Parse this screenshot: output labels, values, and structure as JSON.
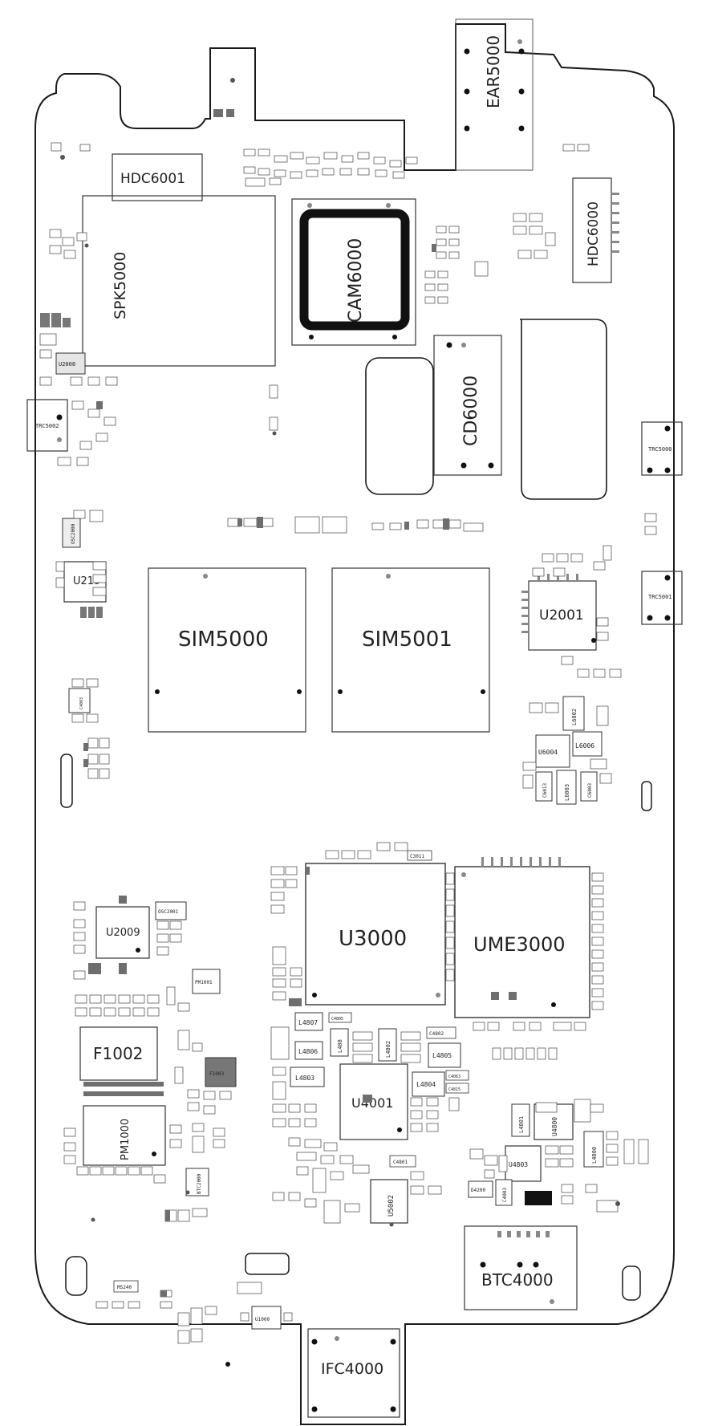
{
  "components": {
    "EAR5000": "EAR5000",
    "HDC6001": "HDC6001",
    "HDC6000": "HDC6000",
    "SPK5000": "SPK5000",
    "CAM6000": "CAM6000",
    "CD6000": "CD6000",
    "U2008": "U2008",
    "TRC5002": "TRC5002",
    "TRC5000": "TRC5000",
    "TRC5001": "TRC5001",
    "U219": "U219",
    "OSC2000": "OSC2000",
    "SIM5000": "SIM5000",
    "SIM5001": "SIM5001",
    "U2001": "U2001",
    "C4003": "C4003",
    "L6002": "L6002",
    "L6006": "L6006",
    "U6004": "U6004",
    "L6003": "L6003",
    "C6013": "C6013",
    "C6003": "C6003",
    "C3011": "C3011",
    "U3000": "U3000",
    "UME3000": "UME3000",
    "U2009": "U2009",
    "OSC2001": "OSC2001",
    "PM1001": "PM1001",
    "F1002": "F1002",
    "F1003": "F1003",
    "PM1000": "PM1000",
    "BTC2000": "BTC2000",
    "L4807": "L4807",
    "L4806": "L4806",
    "L4803": "L4803",
    "L408": "L408",
    "L4802": "L4802",
    "C4805": "C4805",
    "C4802": "C4802",
    "L4805": "L4805",
    "L4804": "L4804",
    "C4063": "C4063",
    "C4815": "C4815",
    "U4001": "U4001",
    "C4801": "C4801",
    "U5002": "U5002",
    "L4801": "L4801",
    "U4800": "U4800",
    "U4803": "U4803",
    "L4800": "L4800",
    "D4200": "D4200",
    "C4003b": "C4003",
    "BTC4000": "BTC4000",
    "IFC4000": "IFC4000",
    "U1000": "U1000",
    "MS240": "MS240"
  },
  "colors": {
    "outline": "#1a1a1a",
    "pad_dark": "#6e6e6e",
    "pad_light": "#cfcfcf",
    "camera_ring": "#111111"
  }
}
